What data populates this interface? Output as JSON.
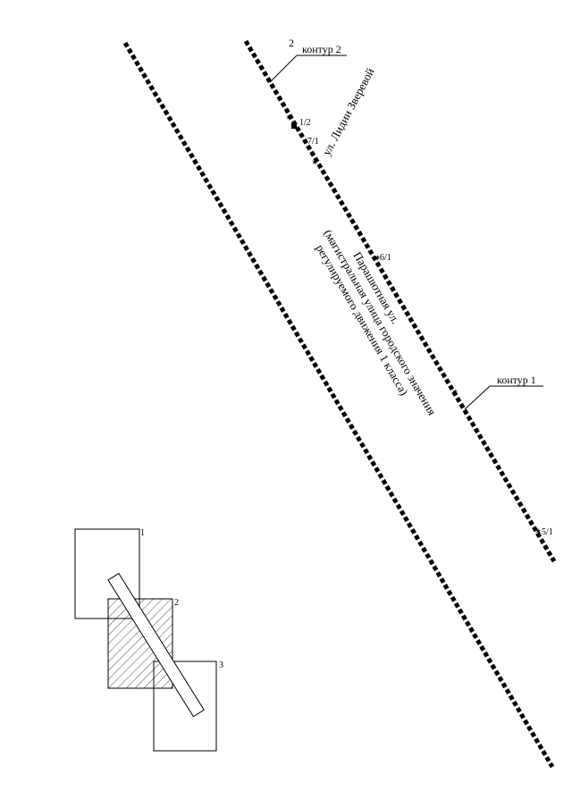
{
  "diagram": {
    "contour_labels": {
      "contour_2": "контур 2",
      "contour_1": "контур 1",
      "contour_2_number": "2"
    },
    "street_label_lidii": "ул. Лидии Зверевой",
    "street_label_parashyutnaya": {
      "line1": "Парашютная ул.",
      "line2": "(магистральная улица городского значения",
      "line3": "регулируемого движения  1 класса)"
    },
    "point_labels": {
      "p1": "1/2",
      "p2": "7/1",
      "p3": "6/1",
      "p4": "5/1"
    },
    "legend_box_labels": {
      "box1": "1",
      "box2": "2",
      "box3": "3"
    }
  }
}
